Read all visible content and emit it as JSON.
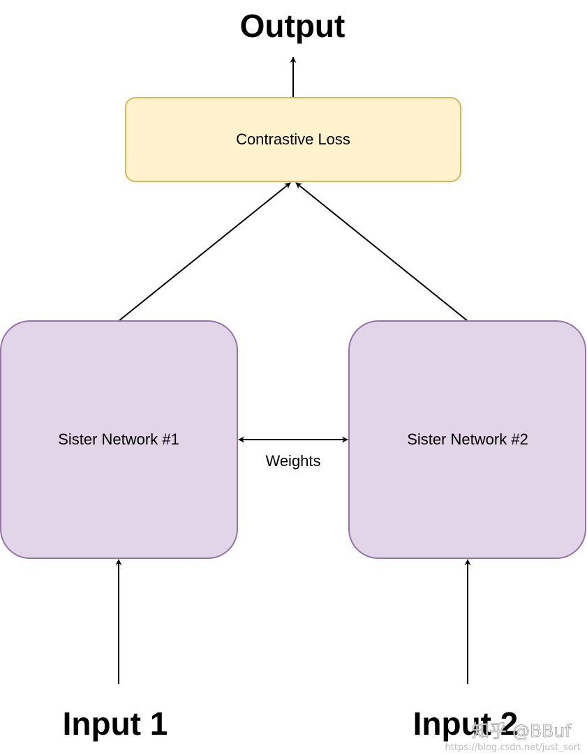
{
  "diagram": {
    "output_label": "Output",
    "loss_node": {
      "label": "Contrastive Loss",
      "fill": "#fff2cc",
      "stroke": "#d6b656"
    },
    "sister_nodes": {
      "fill": "#e1d5e7",
      "stroke": "#9673a6",
      "left_label": "Sister Network #1",
      "right_label": "Sister Network #2"
    },
    "weights_label": "Weights",
    "input_1_label": "Input 1",
    "input_2_label": "Input 2",
    "edge_color": "#000000"
  },
  "watermark": {
    "brand": "知乎 @BBuf",
    "url": "https://blog.csdn.net/just_sort"
  }
}
